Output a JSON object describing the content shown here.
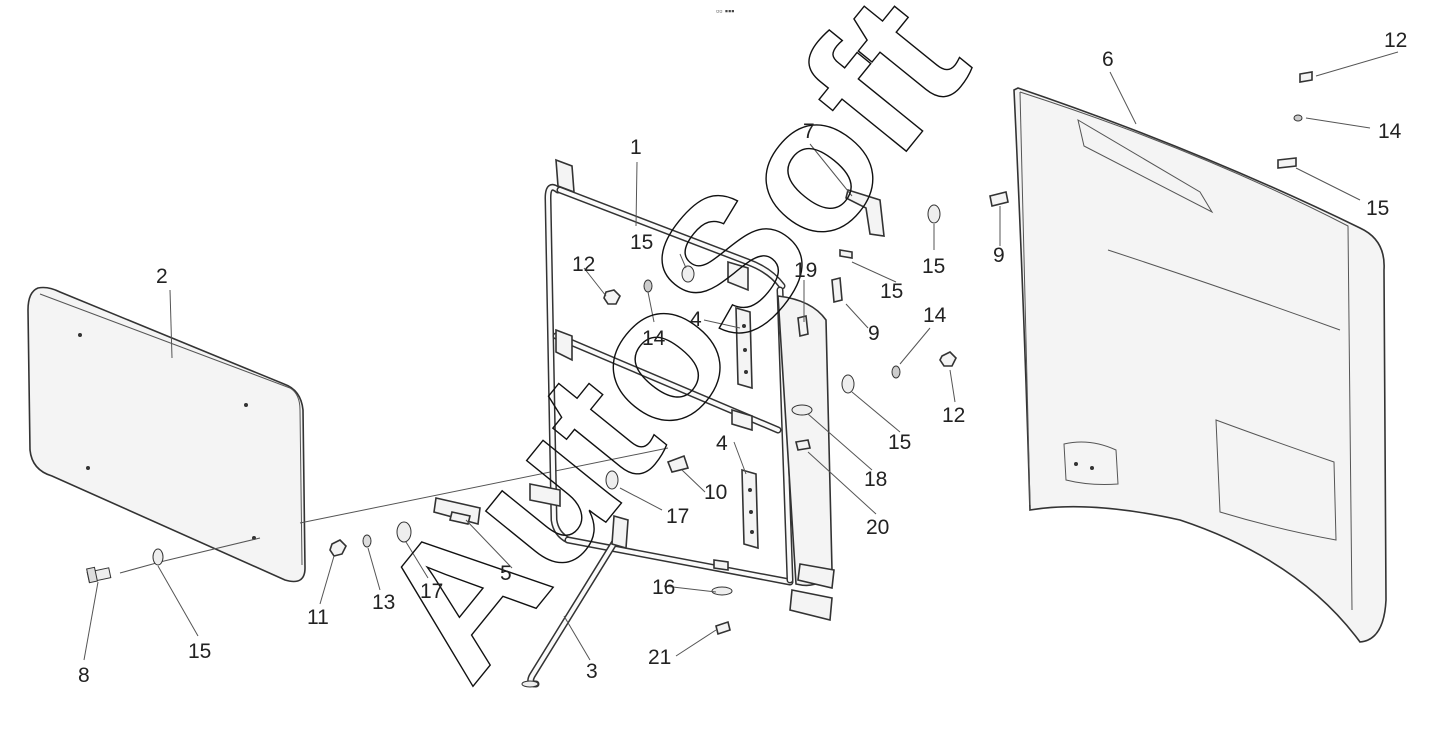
{
  "header": {
    "mark": "▫▫ ▪▪▪"
  },
  "watermark": {
    "text": "AutoSoft"
  },
  "callouts": {
    "c1": "1",
    "c2": "2",
    "c3": "3",
    "c4a": "4",
    "c4b": "4",
    "c5": "5",
    "c6": "6",
    "c7": "7",
    "c8": "8",
    "c9a": "9",
    "c9b": "9",
    "c10": "10",
    "c11": "11",
    "c12a": "12",
    "c12b": "12",
    "c12c": "12",
    "c13": "13",
    "c14a": "14",
    "c14b": "14",
    "c14c": "14",
    "c15a": "15",
    "c15b": "15",
    "c15c": "15",
    "c15d": "15",
    "c15e": "15",
    "c15f": "15",
    "c16": "16",
    "c17a": "17",
    "c17b": "17",
    "c18": "18",
    "c19": "19",
    "c20": "20",
    "c21": "21"
  }
}
